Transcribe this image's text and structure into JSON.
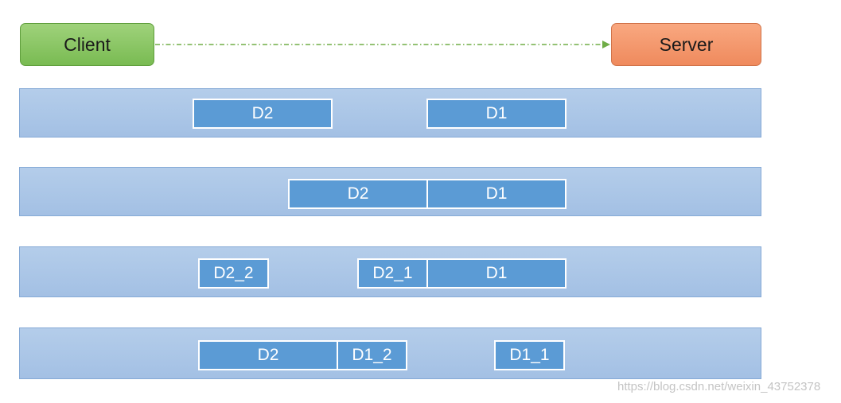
{
  "nodes": {
    "client": "Client",
    "server": "Server"
  },
  "rows": [
    {
      "packets": [
        "D2",
        "D1"
      ]
    },
    {
      "packets": [
        "D2",
        "D1"
      ]
    },
    {
      "packets": [
        "D2_2",
        "D2_1",
        "D1"
      ]
    },
    {
      "packets": [
        "D2",
        "D1_2",
        "D1_1"
      ]
    }
  ],
  "watermark": "https://blog.csdn.net/weixin_43752378",
  "colors": {
    "client": "#8bc867",
    "server": "#f4996d",
    "lane": "#adc8e8",
    "packet": "#5b9bd5",
    "arrow": "#70ad47"
  }
}
